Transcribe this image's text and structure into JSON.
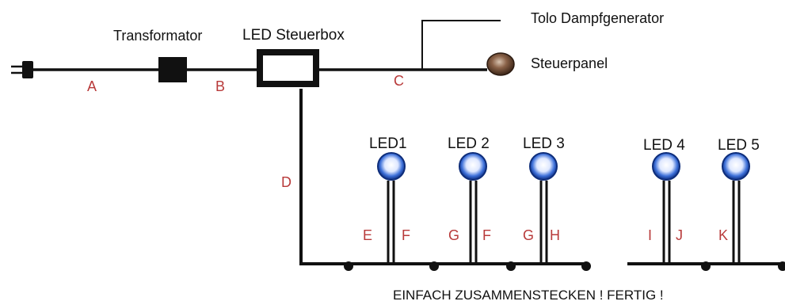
{
  "components": {
    "transformer": "Transformator",
    "led_box": "LED Steuerbox",
    "steam_generator": "Tolo Dampfgenerator",
    "control_panel": "Steuerpanel"
  },
  "leds": [
    "LED1",
    "LED 2",
    "LED 3",
    "LED 4",
    "LED 5"
  ],
  "cable_letters": [
    "A",
    "B",
    "C",
    "D",
    "E",
    "F",
    "G",
    "F",
    "G",
    "H",
    "I",
    "J",
    "K"
  ],
  "footer": "EINFACH ZUSAMMENSTECKEN ! FERTIG !",
  "colors": {
    "wire": "#111111",
    "cable_letter": "#b83a3a",
    "led_blue": "#2f63c9",
    "panel_brown": "#6b4a35"
  }
}
